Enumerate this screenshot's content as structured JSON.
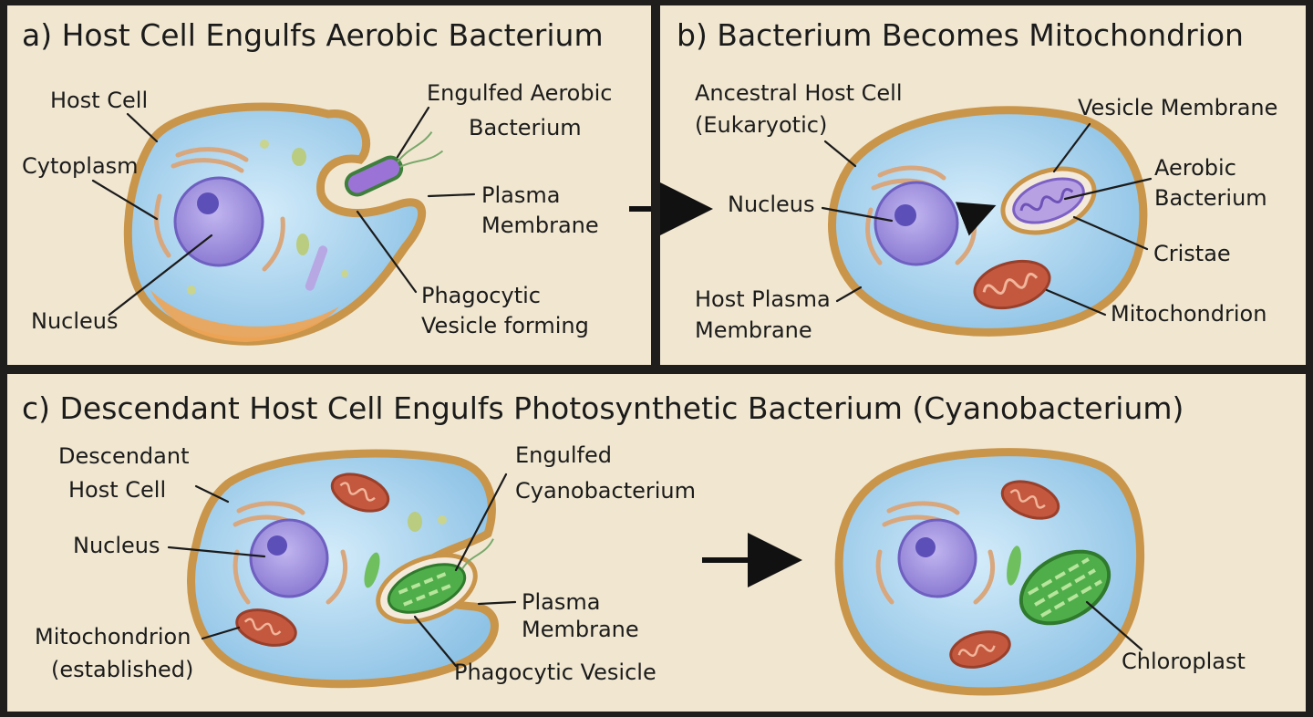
{
  "panels": {
    "a": {
      "title": "a) Host Cell Engulfs Aerobic Bacterium",
      "labels": {
        "host_cell": "Host Cell",
        "cytoplasm": "Cytoplasm",
        "nucleus": "Nucleus",
        "engulfed_1": "Engulfed Aerobic",
        "engulfed_2": "Bacterium",
        "plasma_1": "Plasma",
        "plasma_2": "Membrane",
        "vesicle_1": "Phagocytic",
        "vesicle_2": "Vesicle forming"
      }
    },
    "b": {
      "title": "b) Bacterium Becomes Mitochondrion",
      "labels": {
        "ancestral_1": "Ancestral Host Cell",
        "ancestral_2": "(Eukaryotic)",
        "vesicle_membrane": "Vesicle Membrane",
        "aerobic_1": "Aerobic",
        "aerobic_2": "Bacterium",
        "nucleus": "Nucleus",
        "cristae": "Cristae",
        "host_plasma_1": "Host Plasma",
        "host_plasma_2": "Membrane",
        "mitochondrion": "Mitochondrion"
      }
    },
    "c": {
      "title": "c) Descendant Host Cell Engulfs Photosynthetic Bacterium (Cyanobacterium)",
      "labels": {
        "descendant_1": "Descendant",
        "descendant_2": "Host Cell",
        "nucleus": "Nucleus",
        "mito_1": "Mitochondrion",
        "mito_2": "(established)",
        "engulfed_1": "Engulfed",
        "engulfed_2": "Cyanobacterium",
        "plasma_1": "Plasma",
        "plasma_2": "Membrane",
        "vesicle": "Phagocytic Vesicle",
        "chloroplast": "Chloroplast"
      }
    }
  },
  "colors": {
    "panel_bg": "#f1e7d1",
    "border": "#1f1e1c",
    "cytoplasm": "#a9d3ee",
    "membrane": "#c9954a",
    "nucleus": "#a899e0",
    "nucleolus": "#5d4fb8",
    "mitochondrion": "#c4583e",
    "chloroplast": "#4fae4a",
    "bacterium": "#9b73d6",
    "golgi": "#d8a77d",
    "orange_base": "#f0a455"
  }
}
